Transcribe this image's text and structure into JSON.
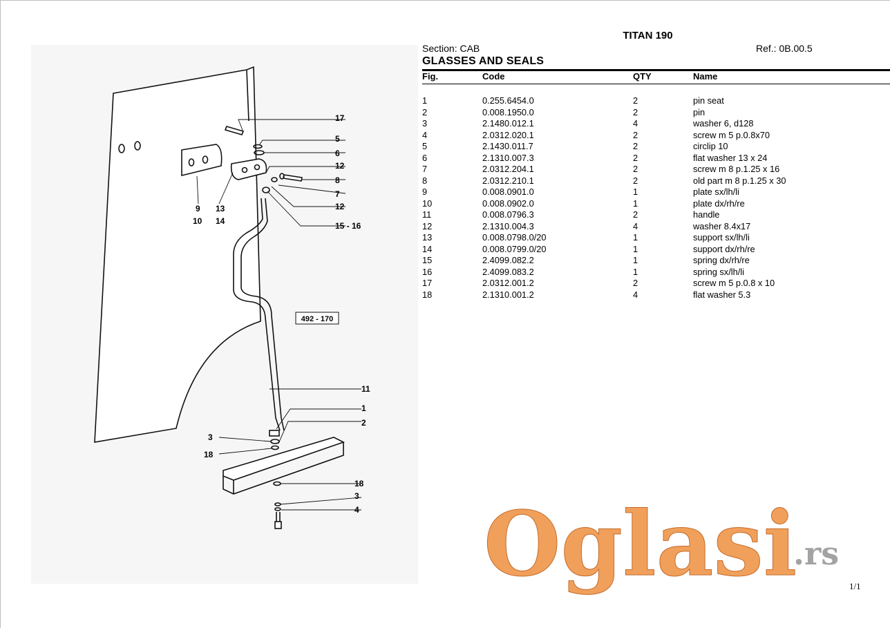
{
  "header": {
    "title": "TITAN 190",
    "section": "Section: CAB",
    "ref": "Ref.: 0B.00.5",
    "heading": "GLASSES AND SEALS"
  },
  "columns": {
    "fig": "Fig.",
    "code": "Code",
    "qty": "QTY",
    "name": "Name"
  },
  "parts": [
    {
      "fig": "1",
      "code": "0.255.6454.0",
      "qty": "2",
      "name": "pin seat"
    },
    {
      "fig": "2",
      "code": "0.008.1950.0",
      "qty": "2",
      "name": "pin"
    },
    {
      "fig": "3",
      "code": "2.1480.012.1",
      "qty": "4",
      "name": "washer 6, d128"
    },
    {
      "fig": "4",
      "code": "2.0312.020.1",
      "qty": "2",
      "name": "screw m 5 p.0.8x70"
    },
    {
      "fig": "5",
      "code": "2.1430.011.7",
      "qty": "2",
      "name": "circlip 10"
    },
    {
      "fig": "6",
      "code": "2.1310.007.3",
      "qty": "2",
      "name": "flat washer 13 x 24"
    },
    {
      "fig": "7",
      "code": "2.0312.204.1",
      "qty": "2",
      "name": "screw m 8 p.1.25 x 16"
    },
    {
      "fig": "8",
      "code": "2.0312.210.1",
      "qty": "2",
      "name": "old part m 8 p.1.25 x 30"
    },
    {
      "fig": "9",
      "code": "0.008.0901.0",
      "qty": "1",
      "name": "plate sx/lh/li"
    },
    {
      "fig": "10",
      "code": "0.008.0902.0",
      "qty": "1",
      "name": "plate dx/rh/re"
    },
    {
      "fig": "11",
      "code": "0.008.0796.3",
      "qty": "2",
      "name": "handle"
    },
    {
      "fig": "12",
      "code": "2.1310.004.3",
      "qty": "4",
      "name": "washer 8.4x17"
    },
    {
      "fig": "13",
      "code": "0.008.0798.0/20",
      "qty": "1",
      "name": "support sx/lh/li"
    },
    {
      "fig": "14",
      "code": "0.008.0799.0/20",
      "qty": "1",
      "name": "support dx/rh/re"
    },
    {
      "fig": "15",
      "code": "2.4099.082.2",
      "qty": "1",
      "name": "spring dx/rh/re"
    },
    {
      "fig": "16",
      "code": "2.4099.083.2",
      "qty": "1",
      "name": "spring sx/lh/li"
    },
    {
      "fig": "17",
      "code": "2.0312.001.2",
      "qty": "2",
      "name": "screw m 5 p.0.8 x 10"
    },
    {
      "fig": "18",
      "code": "2.1310.001.2",
      "qty": "4",
      "name": "flat washer 5.3"
    }
  ],
  "diagram": {
    "ref_box": "492 - 170",
    "callouts": {
      "c17": "17",
      "c5": "5",
      "c6": "6",
      "c12a": "12",
      "c8": "8",
      "c7": "7",
      "c12b": "12",
      "c1516": "15 - 16",
      "c9": "9",
      "c10": "10",
      "c13": "13",
      "c14": "14",
      "c11": "11",
      "c1": "1",
      "c2": "2",
      "c3a": "3",
      "c18a": "18",
      "c18b": "18",
      "c3b": "3",
      "c4": "4"
    }
  },
  "footer": {
    "page": "1/1"
  },
  "watermark": {
    "main": "Oglasi",
    "suffix": ".rs"
  }
}
